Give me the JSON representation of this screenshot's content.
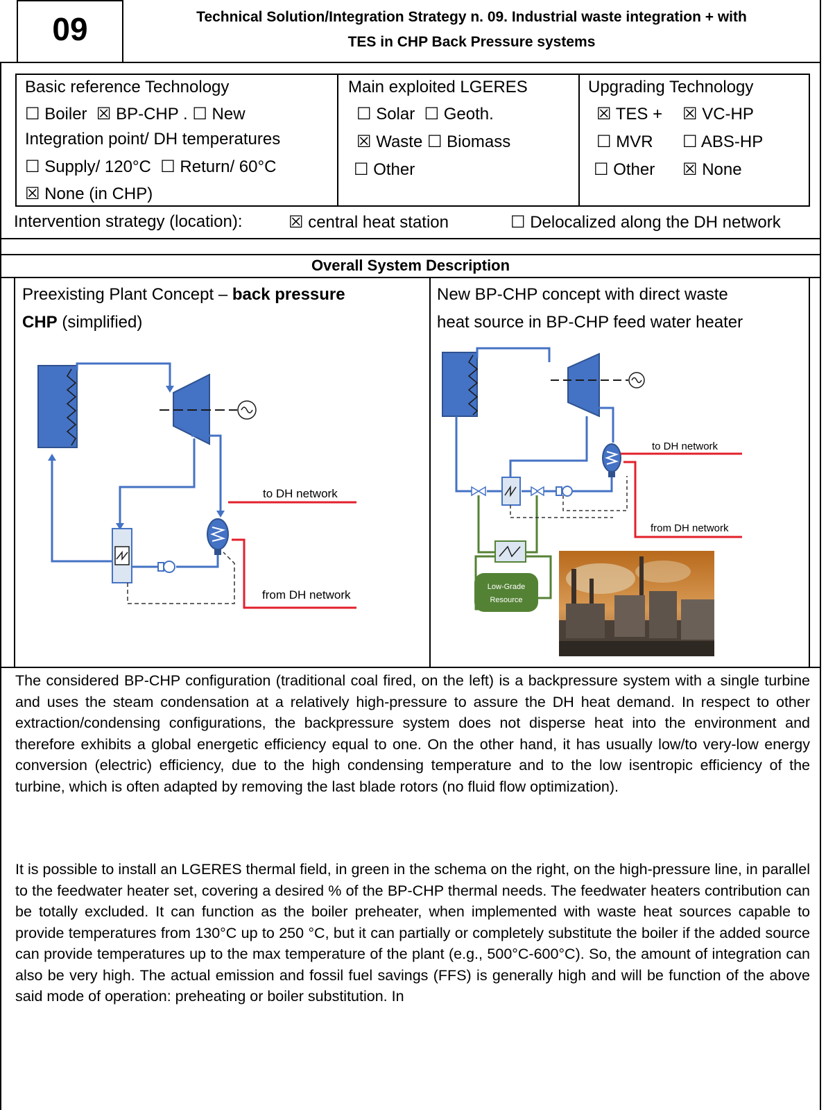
{
  "header": {
    "number": "09",
    "title_line1": "Technical Solution/Integration Strategy n. 09. Industrial waste integration + with",
    "title_line2": "TES in CHP Back Pressure systems"
  },
  "col1": {
    "heading": "Basic reference Technology",
    "boiler": "Boiler",
    "bp_chp": "BP-CHP .",
    "new": "New",
    "integration": "Integration point/ DH temperatures",
    "supply": "Supply/ 120°C",
    "return": "Return/ 60°C",
    "none": "None  (in CHP)"
  },
  "col2": {
    "heading": "Main exploited LGERES",
    "solar": "Solar",
    "geoth": "Geoth.",
    "waste": "Waste",
    "biomass": "Biomass",
    "other": "Other"
  },
  "col3": {
    "heading": "Upgrading Technology",
    "tes": "TES +",
    "vchp": "VC-HP",
    "mvr": "MVR",
    "abshp": "ABS-HP",
    "other": "Other",
    "none": "None"
  },
  "checkbox": {
    "checked": "☒",
    "unchecked": "☐"
  },
  "intervention": {
    "label": "Intervention strategy (location):",
    "central": "central heat station",
    "delocalized": "Delocalized along the DH network"
  },
  "overall": "Overall System Description",
  "left_panel": {
    "caption_pre": "Preexisting Plant Concept – ",
    "caption_bold1": "back pressure",
    "caption_bold2": "CHP",
    "caption_post": " (simplified)",
    "to_dh": "to DH network",
    "from_dh": "from DH network"
  },
  "right_panel": {
    "caption_line1": "New BP-CHP concept with direct waste",
    "caption_line2": "heat source in BP-CHP feed water heater",
    "to_dh": "to DH network",
    "from_dh": "from DH network",
    "resource_line1": "Low-Grade",
    "resource_line2": "Resource"
  },
  "body": {
    "p1": "The considered BP-CHP configuration (traditional coal fired, on the left) is a backpressure system with a single turbine and uses the steam condensation at a relatively high-pressure to assure the DH heat demand. In respect to other extraction/condensing configurations, the backpressure system does not disperse heat into the environment and therefore exhibits a global energetic efficiency equal to one. On the other hand, it has usually low/to very-low energy conversion (electric) efficiency, due to the high condensing temperature and to the low isentropic efficiency of the turbine, which is often adapted by removing the last blade rotors (no fluid flow optimization).",
    "p2": "It is possible to install an LGERES thermal field, in green in the schema on the right, on the high-pressure line, in parallel to the feedwater heater set, covering a desired % of the BP-CHP thermal needs. The feedwater heaters contribution can be totally excluded. It can function as the boiler preheater, when implemented with waste heat sources capable to provide temperatures from 130°C up to 250 °C, but it can partially or completely substitute the boiler if the added source can provide temperatures up to the max temperature of the plant (e.g., 500°C-600°C). So, the amount of integration can also be very high. The actual emission and fossil fuel savings (FFS) is generally high and will be function of the above said mode of operation: preheating or boiler substitution. In"
  }
}
